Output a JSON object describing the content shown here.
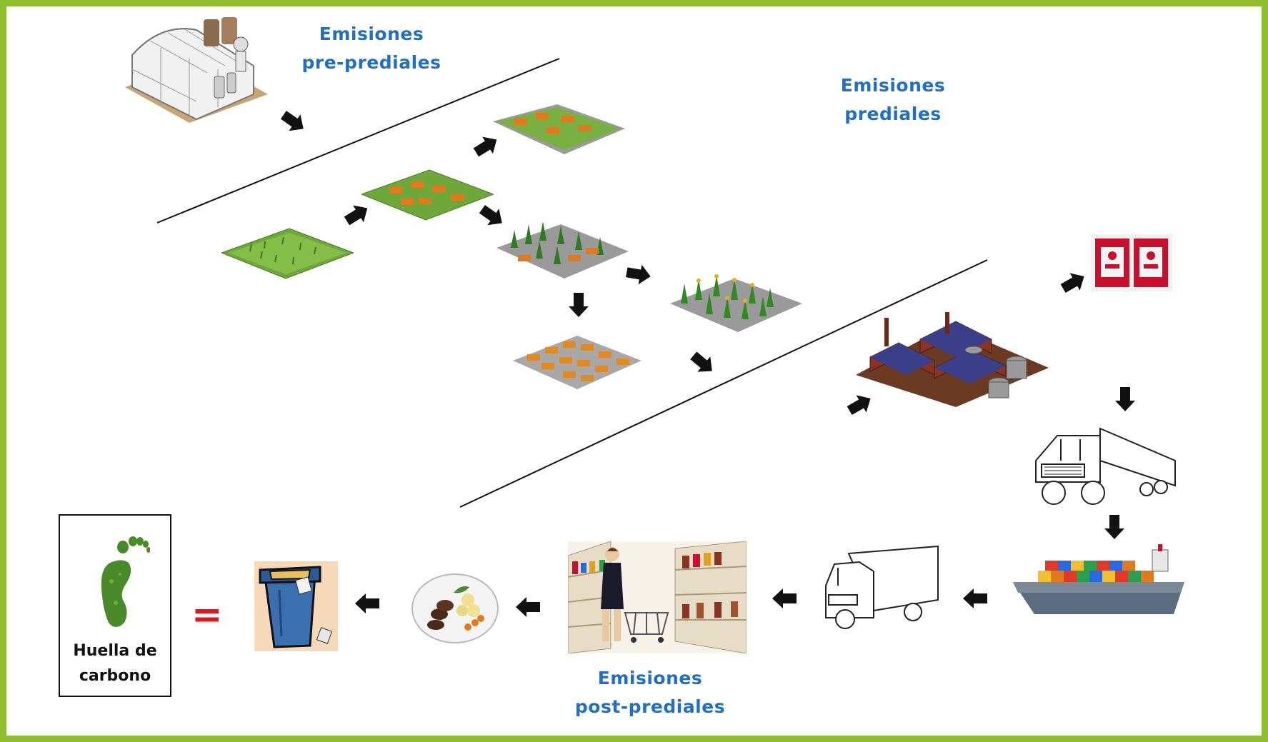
{
  "labels": {
    "pre_line1": "Emisiones",
    "pre_line2": "pre-prediales",
    "pred_line1": "Emisiones",
    "pred_line2": "prediales",
    "post_line1": "Emisiones",
    "post_line2": "post-prediales"
  },
  "footprint": {
    "line1": "Huella de",
    "line2": "carbono",
    "equals": "="
  },
  "colors": {
    "border": "#8fbf2f",
    "label_blue": "#1f6fc2",
    "equals_red": "#e8131a",
    "arrow": "#111111",
    "field_green": "#5c9a2a",
    "cattle_orange": "#e07a1c",
    "factory_brick": "#8a3322",
    "factory_roof": "#3b3f8a"
  },
  "icons": [
    "greenhouse-icon",
    "pasture-field-icon",
    "grazing-cattle-icon",
    "cattle-corn-field-icon",
    "corn-field-icon",
    "feedlot-icon",
    "factory-icon",
    "milk-carton-icon",
    "semi-truck-icon",
    "cargo-ship-icon",
    "delivery-truck-icon",
    "supermarket-icon",
    "food-plate-icon",
    "trash-bin-icon",
    "footprint-icon"
  ]
}
